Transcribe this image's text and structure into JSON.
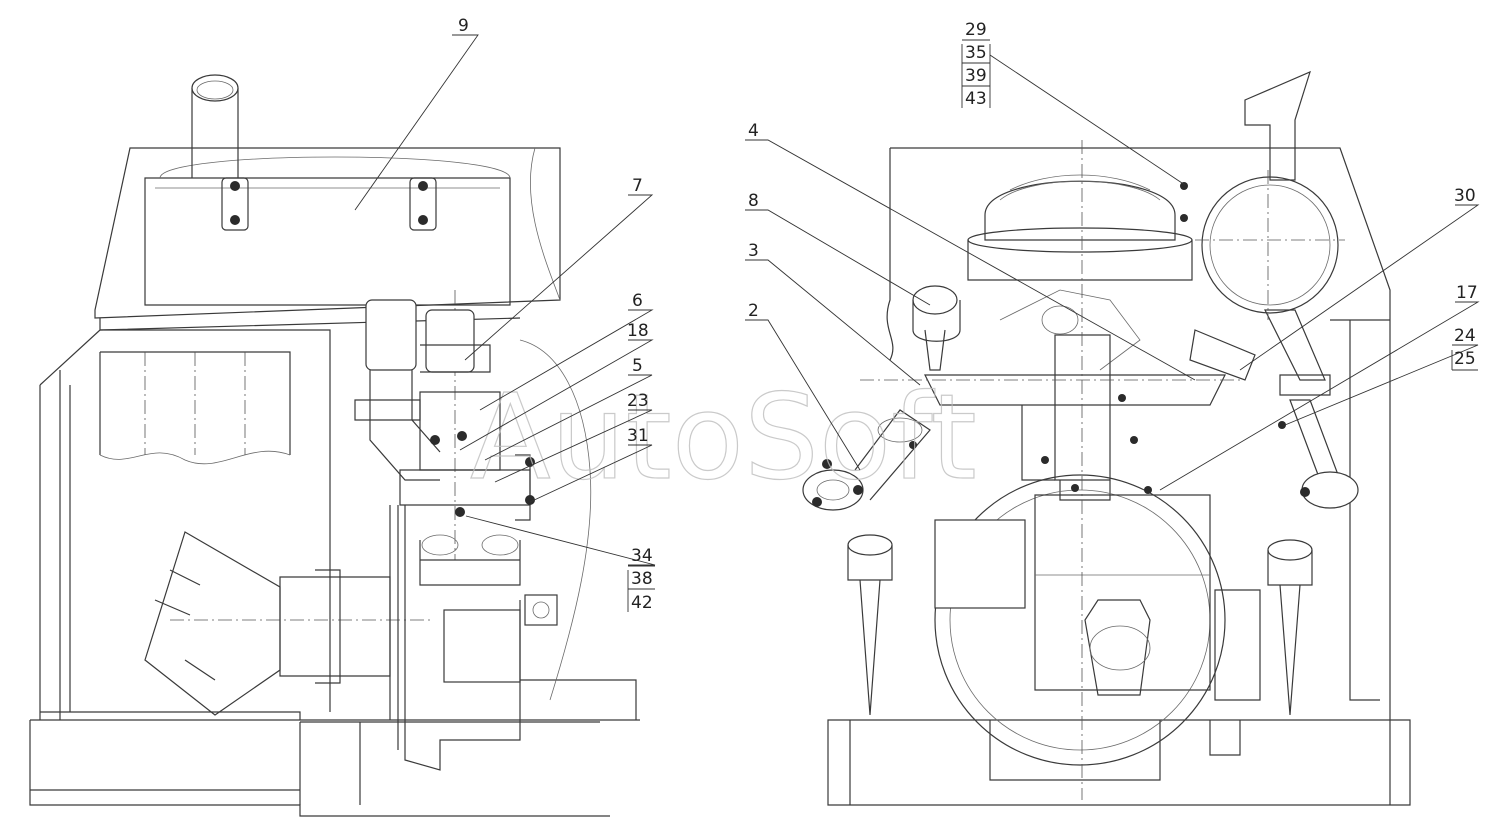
{
  "watermark": "AutoSoft",
  "callouts": {
    "c9": "9",
    "c7": "7",
    "c6": "6",
    "c18": "18",
    "c5": "5",
    "c23": "23",
    "c31": "31",
    "c34": "34",
    "c38": "38",
    "c42": "42",
    "c29": "29",
    "c35": "35",
    "c39": "39",
    "c43": "43",
    "c4": "4",
    "c8": "8",
    "c3": "3",
    "c2": "2",
    "c30": "30",
    "c17": "17",
    "c24": "24",
    "c25": "25"
  }
}
